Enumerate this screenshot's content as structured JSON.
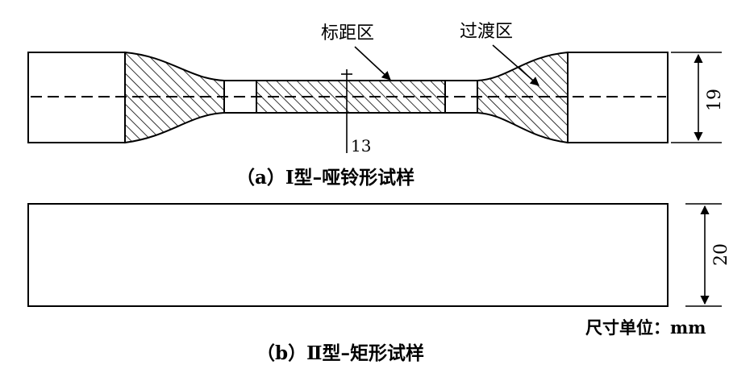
{
  "labels": {
    "gauge_zone": "标距区",
    "transition_zone": "过渡区",
    "thickness": "13",
    "height_a": "19",
    "height_b": "20",
    "caption_a": "（a）Ⅰ型–哑铃形试样",
    "caption_b": "（b）Ⅱ型–矩形试样",
    "unit_note": "尺寸单位：mm"
  },
  "colors": {
    "line": "#000000",
    "background": "#ffffff"
  }
}
